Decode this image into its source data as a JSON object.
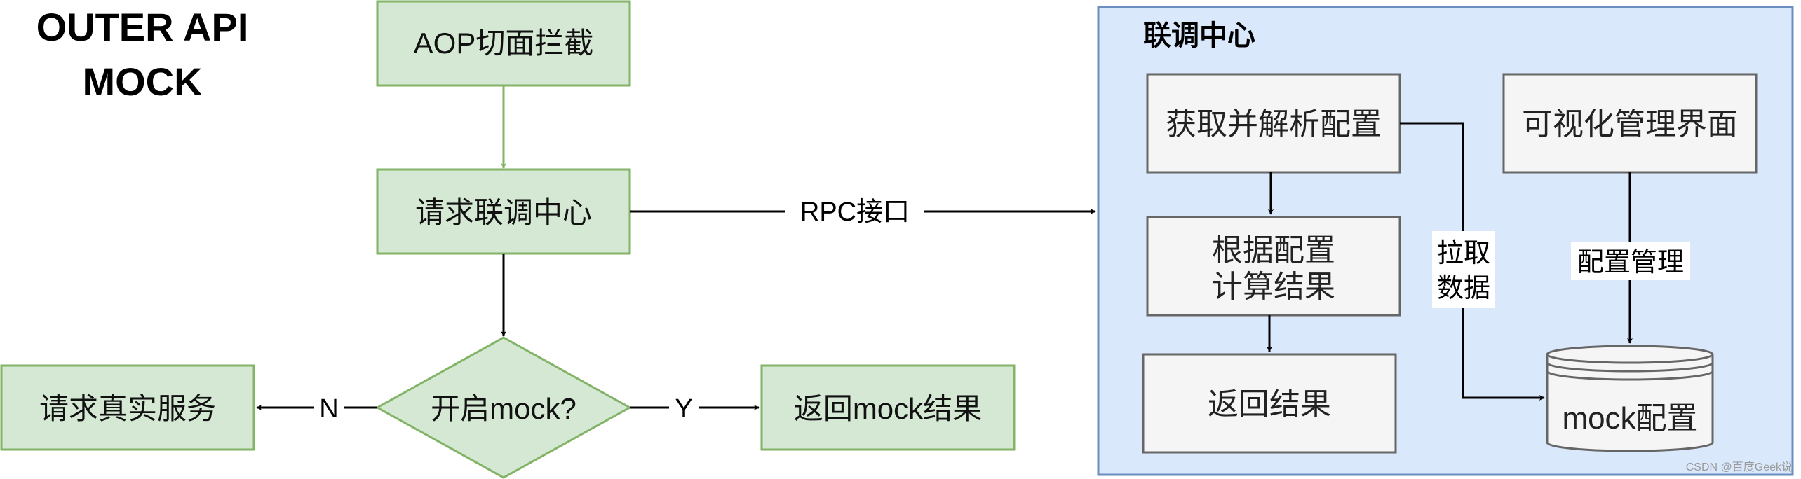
{
  "title": {
    "line1": "OUTER API",
    "line2": "MOCK"
  },
  "nodes": {
    "aop": "AOP切面拦截",
    "request_center": "请求联调中心",
    "decision": "开启mock?",
    "real_service": "请求真实服务",
    "return_mock": "返回mock结果"
  },
  "edges": {
    "rpc": "RPC接口",
    "no": "N",
    "yes": "Y",
    "pull_line1": "拉取",
    "pull_line2": "数据",
    "config_manage": "配置管理"
  },
  "panel": {
    "title": "联调中心",
    "parse_config": "获取并解析配置",
    "compute_line1": "根据配置",
    "compute_line2": "计算结果",
    "return_result": "返回结果",
    "visual_ui": "可视化管理界面",
    "mock_config": "mock配置"
  },
  "credit": "CSDN @百度Geek说",
  "colors": {
    "green_fill": "#d5e8d4",
    "green_stroke": "#82b366",
    "blue_fill": "#dae8fc",
    "blue_stroke": "#6c8ebf",
    "gray_fill": "#f5f5f5",
    "gray_stroke": "#666666"
  }
}
